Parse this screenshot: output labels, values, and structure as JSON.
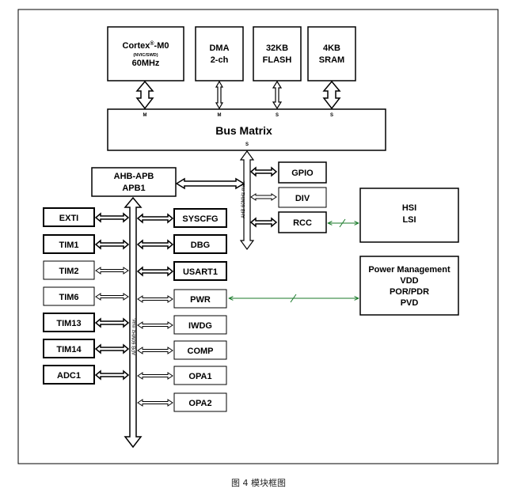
{
  "blocks": {
    "cortex": {
      "line1": "Cortex",
      "sup": "®",
      "line1_suffix": "-M0",
      "line2": "(NVIC/SWD)",
      "line3": "60MHz"
    },
    "dma": {
      "line1": "DMA",
      "line2": "2-ch"
    },
    "flash": {
      "line1": "32KB",
      "line2": "FLASH"
    },
    "sram": {
      "line1": "4KB",
      "line2": "SRAM"
    },
    "bus_matrix": "Bus Matrix",
    "ahb_apb": {
      "line1": "AHB-APB",
      "line2": "APB1"
    },
    "gpio": "GPIO",
    "div": "DIV",
    "rcc": "RCC",
    "hsi_lsi": {
      "line1": "HSI",
      "line2": "LSI"
    },
    "power": {
      "line1": "Power Management",
      "line2": "VDD",
      "line3": "POR/PDR",
      "line4": "PVD"
    }
  },
  "ports": {
    "cortex": "M",
    "dma": "M",
    "flash": "S",
    "sram": "S",
    "bus_out": "S"
  },
  "bus_labels": {
    "ahb": "AHB 60MHz max.",
    "apb": "APB 60MHz max."
  },
  "left_peripherals": [
    {
      "label": "EXTI",
      "bold": true
    },
    {
      "label": "TIM1",
      "bold": true
    },
    {
      "label": "TIM2",
      "bold": false
    },
    {
      "label": "TIM6",
      "bold": false
    },
    {
      "label": "TIM13",
      "bold": true
    },
    {
      "label": "TIM14",
      "bold": true
    },
    {
      "label": "ADC1",
      "bold": true
    }
  ],
  "right_peripherals": [
    {
      "label": "SYSCFG",
      "bold": true
    },
    {
      "label": "DBG",
      "bold": true
    },
    {
      "label": "USART1",
      "bold": true
    },
    {
      "label": "PWR",
      "bold": false
    },
    {
      "label": "IWDG",
      "bold": false
    },
    {
      "label": "COMP",
      "bold": false
    },
    {
      "label": "OPA1",
      "bold": false
    },
    {
      "label": "OPA2",
      "bold": false
    }
  ],
  "caption": "图 4 模块框图",
  "colors": {
    "line": "#000000",
    "link": "#1a7a2a"
  }
}
